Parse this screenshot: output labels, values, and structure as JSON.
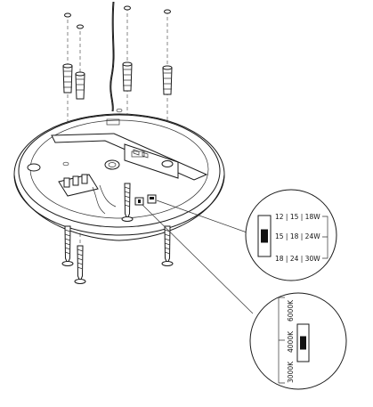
{
  "diagram": {
    "type": "installation-exploded-view",
    "wattage_switch": {
      "rows": [
        {
          "label": "12 | 15 | 18W"
        },
        {
          "label": "15 | 18 | 24W"
        },
        {
          "label": "18 | 24 | 30W"
        }
      ],
      "selected_row": 1
    },
    "cct_switch": {
      "labels": [
        "6000K",
        "4000K",
        "3000K"
      ],
      "selected": 1
    }
  }
}
